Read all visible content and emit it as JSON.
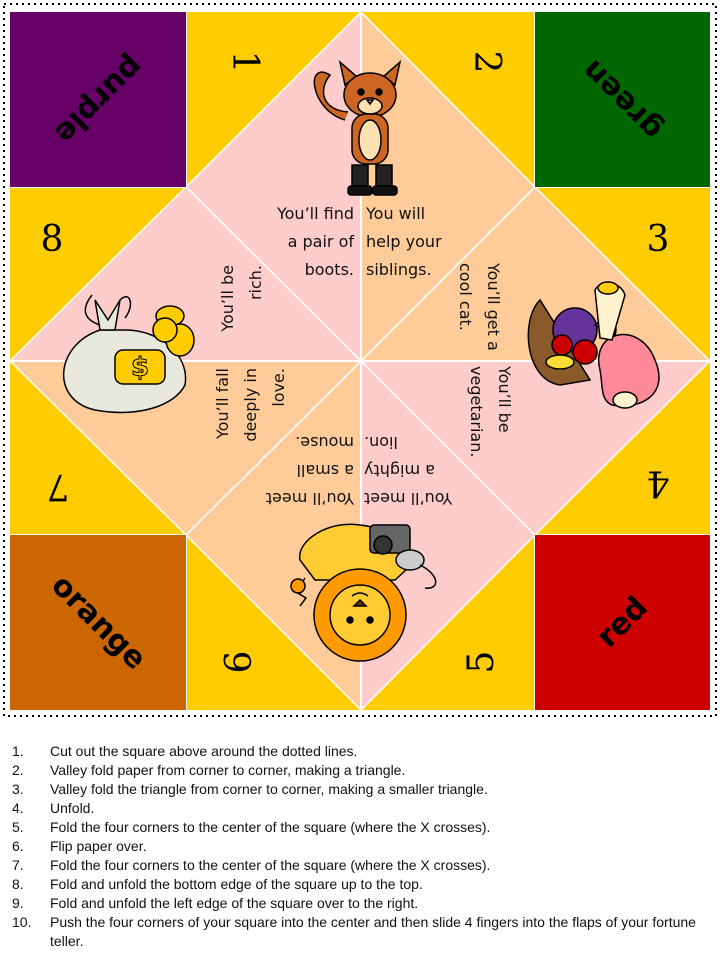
{
  "colors": {
    "purple": "#660066",
    "green": "#006600",
    "orange": "#cc6600",
    "red": "#cc0000",
    "yellow": "#ffcc00",
    "peach": "#ffcc99",
    "pink": "#ffcccc"
  },
  "corners": {
    "purple": "purple",
    "green": "green",
    "orange": "orange",
    "red": "red"
  },
  "numbers": [
    "1",
    "2",
    "3",
    "4",
    "5",
    "6",
    "7",
    "8"
  ],
  "fortunes": {
    "boots": [
      "You’ll find",
      "a pair of",
      "boots."
    ],
    "siblings": [
      "You will",
      "help your",
      "siblings."
    ],
    "cat": [
      "You’ll get a",
      "cool cat."
    ],
    "vegetarian": [
      "You’ll be",
      "vegetarian."
    ],
    "lion": [
      "You’ll meet",
      "a mighty",
      "lion."
    ],
    "mouse": [
      "You’ll meet",
      "a small",
      "mouse."
    ],
    "love": [
      "You’ll fall",
      "deeply in",
      "love."
    ],
    "rich": [
      "You’ll be",
      "rich."
    ]
  },
  "pictures": [
    "cat-in-boots-icon",
    "fruit-and-ham-icon",
    "lion-and-mouse-icon",
    "money-bag-icon"
  ],
  "money_bag_symbol": "$",
  "instructions": [
    {
      "num": "1.",
      "text": "Cut out the square above around the dotted lines."
    },
    {
      "num": "2.",
      "text": "Valley fold paper from corner to corner, making a triangle."
    },
    {
      "num": "3.",
      "text": "Valley fold the triangle from corner to corner, making a smaller triangle."
    },
    {
      "num": "4.",
      "text": "Unfold."
    },
    {
      "num": "5.",
      "text": "Fold the four corners to the center of the square (where the X crosses)."
    },
    {
      "num": "6.",
      "text": "Flip paper over."
    },
    {
      "num": "7.",
      "text": "Fold the four corners to the center of the square (where the X crosses)."
    },
    {
      "num": "8.",
      "text": "Fold and unfold the bottom edge of the square up to the top."
    },
    {
      "num": "9.",
      "text": "Fold and unfold the left edge of the square over to the right."
    },
    {
      "num": "10.",
      "text": "Push the four corners of your square into the center and then slide 4 fingers into the flaps of your fortune teller."
    }
  ]
}
